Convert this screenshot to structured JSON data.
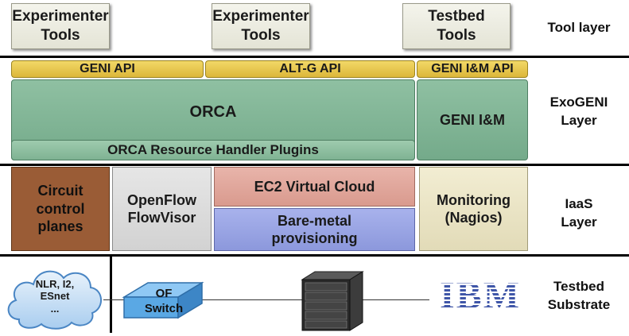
{
  "tools": [
    {
      "label": "Experimenter\nTools"
    },
    {
      "label": "Experimenter\nTools"
    },
    {
      "label": "Testbed\nTools"
    }
  ],
  "apis": {
    "geni": "GENI API",
    "altg": "ALT-G API",
    "geni_im": "GENI I&M API"
  },
  "exogeni": {
    "orca": "ORCA",
    "geni_im": "GENI I&M",
    "plugins": "ORCA Resource Handler Plugins"
  },
  "iaas": {
    "circuit": "Circuit\ncontrol\nplanes",
    "openflow": "OpenFlow\nFlowVisor",
    "ec2": "EC2 Virtual Cloud",
    "baremetal": "Bare-metal\nprovisioning",
    "monitoring": "Monitoring\n(Nagios)"
  },
  "substrate": {
    "cloud": "NLR, I2,\nESnet\n...",
    "switch": "OF\nSwitch",
    "ibm": "IBM"
  },
  "layers": {
    "tool": "Tool layer",
    "exogeni": "ExoGENI\nLayer",
    "iaas": "IaaS\nLayer",
    "substrate": "Testbed\nSubstrate"
  },
  "colors": {
    "api": "#e6c84c",
    "orca": "#7fb394",
    "circuit": "#9a5c36",
    "openflow": "#dcdcdc",
    "ec2": "#e0a49a",
    "baremetal": "#9aa6e2",
    "monitoring": "#ece6c4",
    "switch": "#5aa8e4",
    "ibm": "#3f56a8"
  }
}
